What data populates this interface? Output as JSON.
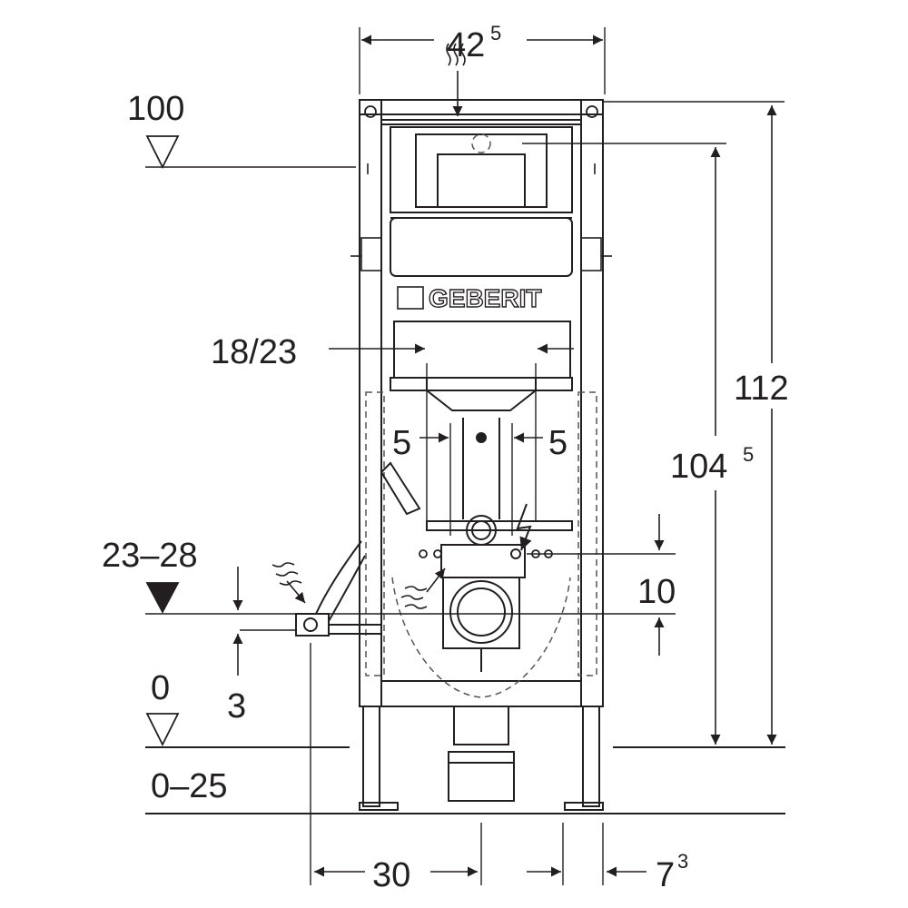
{
  "brand": "GEBERIT",
  "dimensions": {
    "frame_width": "42",
    "frame_width_sup": "5",
    "height_100": "100",
    "height_total": "112",
    "height_inner": "104",
    "height_inner_sup": "5",
    "bolt_spacing": "18/23",
    "offset_left": "5",
    "offset_right": "5",
    "drain_height_range": "23–28",
    "drain_offset": "3",
    "floor_level": "0",
    "floor_range": "0–25",
    "bottom_left": "30",
    "bottom_right": "7",
    "bottom_right_sup": "3",
    "drain_spacing": "10"
  },
  "colors": {
    "line": "#231f20",
    "dashed": "#555555",
    "background": "#ffffff"
  }
}
